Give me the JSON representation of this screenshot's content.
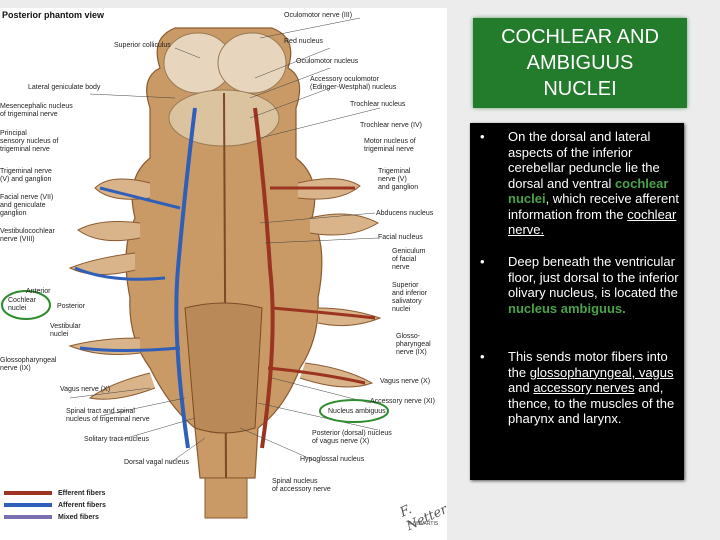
{
  "figure": {
    "title": "Posterior phantom view",
    "labels_left": [
      "Superior colliculus",
      "Lateral geniculate body",
      "Mesencephalic nucleus\nof trigeminal nerve",
      "Principal\nsensory nucleus of\ntrigeminal nerve",
      "Trigeminal nerve\n(V) and ganglion",
      "Facial nerve (VII)\nand geniculate\nganglion",
      "Vestibulocochlear\nnerve (VIII)",
      "Anterior",
      "Cochlear\nnuclei",
      "Posterior",
      "Vestibular\nnuclei",
      "Glossopharyngeal\nnerve (IX)",
      "Vagus nerve (X)",
      "Spinal tract and spinal\nnucleus of trigeminal nerve",
      "Solitary tract nucleus",
      "Dorsal vagal nucleus"
    ],
    "labels_right": [
      "Oculomotor nerve (III)",
      "Red nucleus",
      "Oculomotor nucleus",
      "Accessory oculomotor\n(Edinger-Westphal) nucleus",
      "Trochlear nucleus",
      "Trochlear nerve (IV)",
      "Motor nucleus of\ntrigeminal nerve",
      "Trigeminal\nnerve (V)\nand ganglion",
      "Abducens nucleus",
      "Facial nucleus",
      "Geniculum\nof facial\nnerve",
      "Superior\nand inferior\nsalivatory\nnuclei",
      "Glosso-\npharyngeal\nnerve (IX)",
      "Vagus nerve (X)",
      "Accessory nerve (XI)",
      "Nucleus ambiguus",
      "Posterior (dorsal) nucleus\nof vagus nerve (X)",
      "Hypoglossal nucleus",
      "Spinal nucleus\nof accessory nerve"
    ],
    "legend": [
      {
        "label": "Efferent fibers",
        "color": "#9b3522"
      },
      {
        "label": "Afferent fibers",
        "color": "#2f5fb8"
      },
      {
        "label": "Mixed fibers",
        "color": "#7b6fb0"
      }
    ],
    "credit": "F. Netter",
    "credit_sub": "© NOVARTIS"
  },
  "slide": {
    "title": "COCHLEAR AND\nAMBIGUUS\nNUCLEI",
    "bullets": [
      {
        "pre": "On the dorsal and lateral aspects of the inferior cerebellar peduncle lie the dorsal and ventral ",
        "highlight": "cochlear nuclei",
        "mid": ", which receive afferent information from the ",
        "link": "cochlear nerve.",
        "post": ""
      },
      {
        "pre": "Deep beneath the ventricular floor, just dorsal to the inferior olivary nucleus, is located the ",
        "highlight": "nucleus ambiguus.",
        "post": ""
      },
      {
        "pre": "This sends motor fibers into the ",
        "link1": "glossopharyngeal, vagus",
        "mid1": " and ",
        "link2": "accessory nerves",
        "post": " and, thence, to the muscles of the pharynx and larynx."
      }
    ]
  },
  "colors": {
    "title_bg": "#237b2c",
    "content_bg": "#000000",
    "highlight": "#49a34a",
    "circle": "#2e8b2e"
  }
}
